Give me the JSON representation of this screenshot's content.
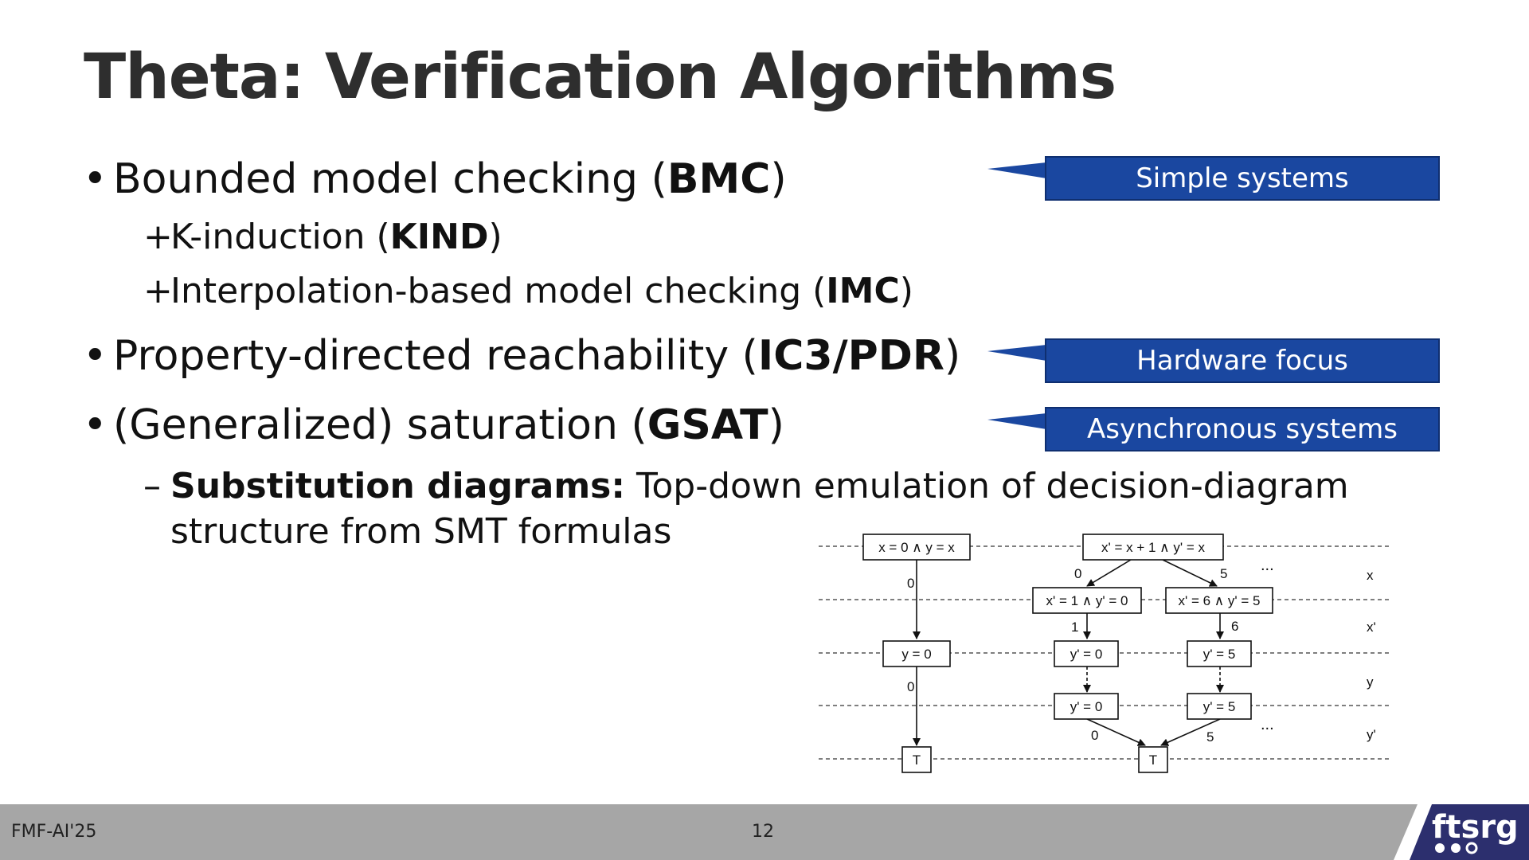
{
  "slide": {
    "title": "Theta: Verification Algorithms",
    "bullets": [
      {
        "marker": "•",
        "text_before": "Bounded model checking (",
        "bold": "BMC",
        "text_after": ")"
      },
      {
        "marker": "+",
        "text_before": "K-induction (",
        "bold": "KIND",
        "text_after": ")"
      },
      {
        "marker": "+",
        "text_before": "Interpolation-based model checking (",
        "bold": "IMC",
        "text_after": ")"
      },
      {
        "marker": "•",
        "text_before": "Property-directed reachability (",
        "bold": "IC3/PDR",
        "text_after": ")"
      },
      {
        "marker": "•",
        "text_before": "(Generalized) saturation (",
        "bold": "GSAT",
        "text_after": ")"
      },
      {
        "marker": "–",
        "bold": "Substitution diagrams:",
        "text_after": " Top-down emulation of decision-diagram",
        "continuation": "structure from SMT formulas"
      }
    ],
    "callouts": [
      "Simple systems",
      "Hardware focus",
      "Asynchronous systems"
    ]
  },
  "diagram": {
    "nodes": [
      "x = 0 ∧ y = x",
      "x' = x + 1 ∧ y' = x",
      "x' = 1 ∧ y' = 0",
      "x' = 6 ∧ y' = 5",
      "y = 0",
      "y' = 0",
      "y' = 5",
      "y' = 0",
      "y' = 5",
      "T",
      "T"
    ],
    "edge_labels": [
      "0",
      "0",
      "5",
      "1",
      "6",
      "0",
      "0",
      "5"
    ],
    "level_labels": [
      "x",
      "x'",
      "y",
      "y'"
    ],
    "ellipsis": "..."
  },
  "footer": {
    "left": "FMF-AI'25",
    "page": "12",
    "logo_text": "ftsrg"
  },
  "colors": {
    "callout_bg": "#1a47a0",
    "title": "#2e2e2e",
    "footer_bg": "#a6a6a6",
    "logo_bg": "#2c2f6e"
  }
}
